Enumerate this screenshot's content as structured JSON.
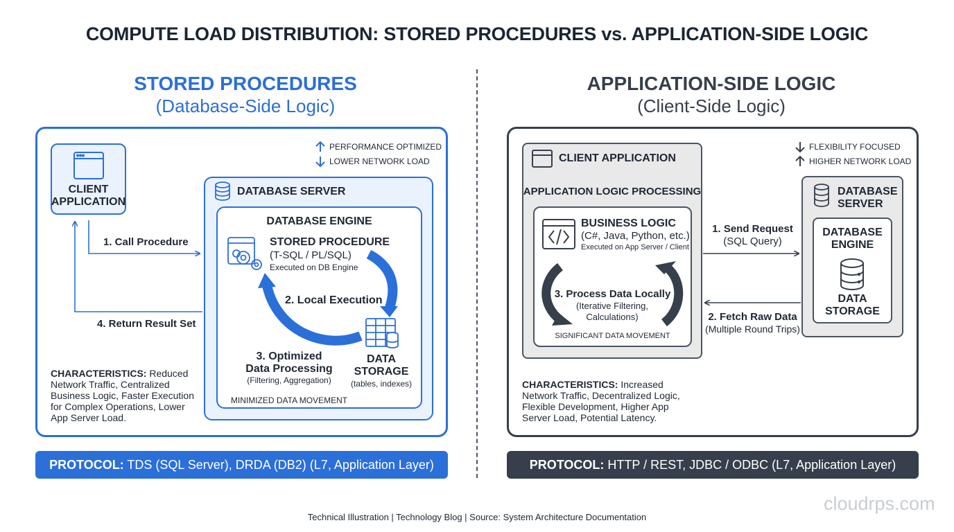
{
  "title": "COMPUTE LOAD DISTRIBUTION: STORED PROCEDURES vs. APPLICATION-SIDE LOGIC",
  "colors": {
    "blue": "#2b6fd8",
    "dark": "#363f4b",
    "lightblue": "#eaf2fd",
    "lightgray": "#ececec"
  },
  "left": {
    "title": "STORED PROCEDURES",
    "subtitle": "(Database-Side Logic)",
    "indicator_up": "PERFORMANCE OPTIMIZED",
    "indicator_down": "LOWER NETWORK LOAD",
    "client_app": "CLIENT\nAPPLICATION",
    "db_server": "DATABASE SERVER",
    "db_engine": "DATABASE ENGINE",
    "sp_title": "STORED PROCEDURE",
    "sp_lang": "(T-SQL / PL/SQL)",
    "sp_note": "Executed on DB Engine",
    "step1": "1. Call Procedure",
    "step2": "2. Local Execution",
    "step3_title": "3. Optimized\nData Processing",
    "step3_detail": "(Filtering, Aggregation)",
    "step4": "4. Return Result Set",
    "data_storage": "DATA\nSTORAGE",
    "data_storage_detail": "(tables, indexes)",
    "movement": "MINIMIZED DATA MOVEMENT",
    "char_label": "CHARACTERISTICS:",
    "char_text": " Reduced Network Traffic, Centralized Business Logic, Faster Execution for Complex Operations, Lower App Server Load.",
    "protocol_label": "PROTOCOL:",
    "protocol_text": " TDS (SQL Server), DRDA (DB2) (L7, Application Layer)"
  },
  "right": {
    "title": "APPLICATION-SIDE LOGIC",
    "subtitle": "(Client-Side Logic)",
    "indicator_down": "FLEXIBILITY FOCUSED",
    "indicator_up": "HIGHER NETWORK LOAD",
    "client_app": "CLIENT APPLICATION",
    "app_logic": "APPLICATION LOGIC PROCESSING",
    "bl_title": "BUSINESS LOGIC",
    "bl_lang": "(C#, Java, Python, etc.)",
    "bl_note": "Executed on App Server / Client",
    "step3_title": "3. Process Data Locally",
    "step3_detail": "(Iterative Filtering,\nCalculations)",
    "movement": "SIGNIFICANT DATA MOVEMENT",
    "step1_title": "1. Send Request",
    "step1_detail": "(SQL Query)",
    "step2_title": "2. Fetch Raw Data",
    "step2_detail": "(Multiple Round Trips)",
    "db_server": "DATABASE\nSERVER",
    "db_engine": "DATABASE\nENGINE",
    "data_storage": "DATA\nSTORAGE",
    "char_label": "CHARACTERISTICS:",
    "char_text": " Increased Network Traffic, Decentralized Logic, Flexible Development, Higher App Server Load, Potential Latency.",
    "protocol_label": "PROTOCOL:",
    "protocol_text": " HTTP / REST, JDBC / ODBC (L7, Application Layer)"
  },
  "footer": "Technical Illustration | Technology Blog | Source: System Architecture Documentation",
  "watermark": "cloudrps.com",
  "icons": [
    "window-icon",
    "database-icon",
    "gears-icon",
    "table-icon",
    "code-icon",
    "arrow-up-icon",
    "arrow-down-icon"
  ]
}
